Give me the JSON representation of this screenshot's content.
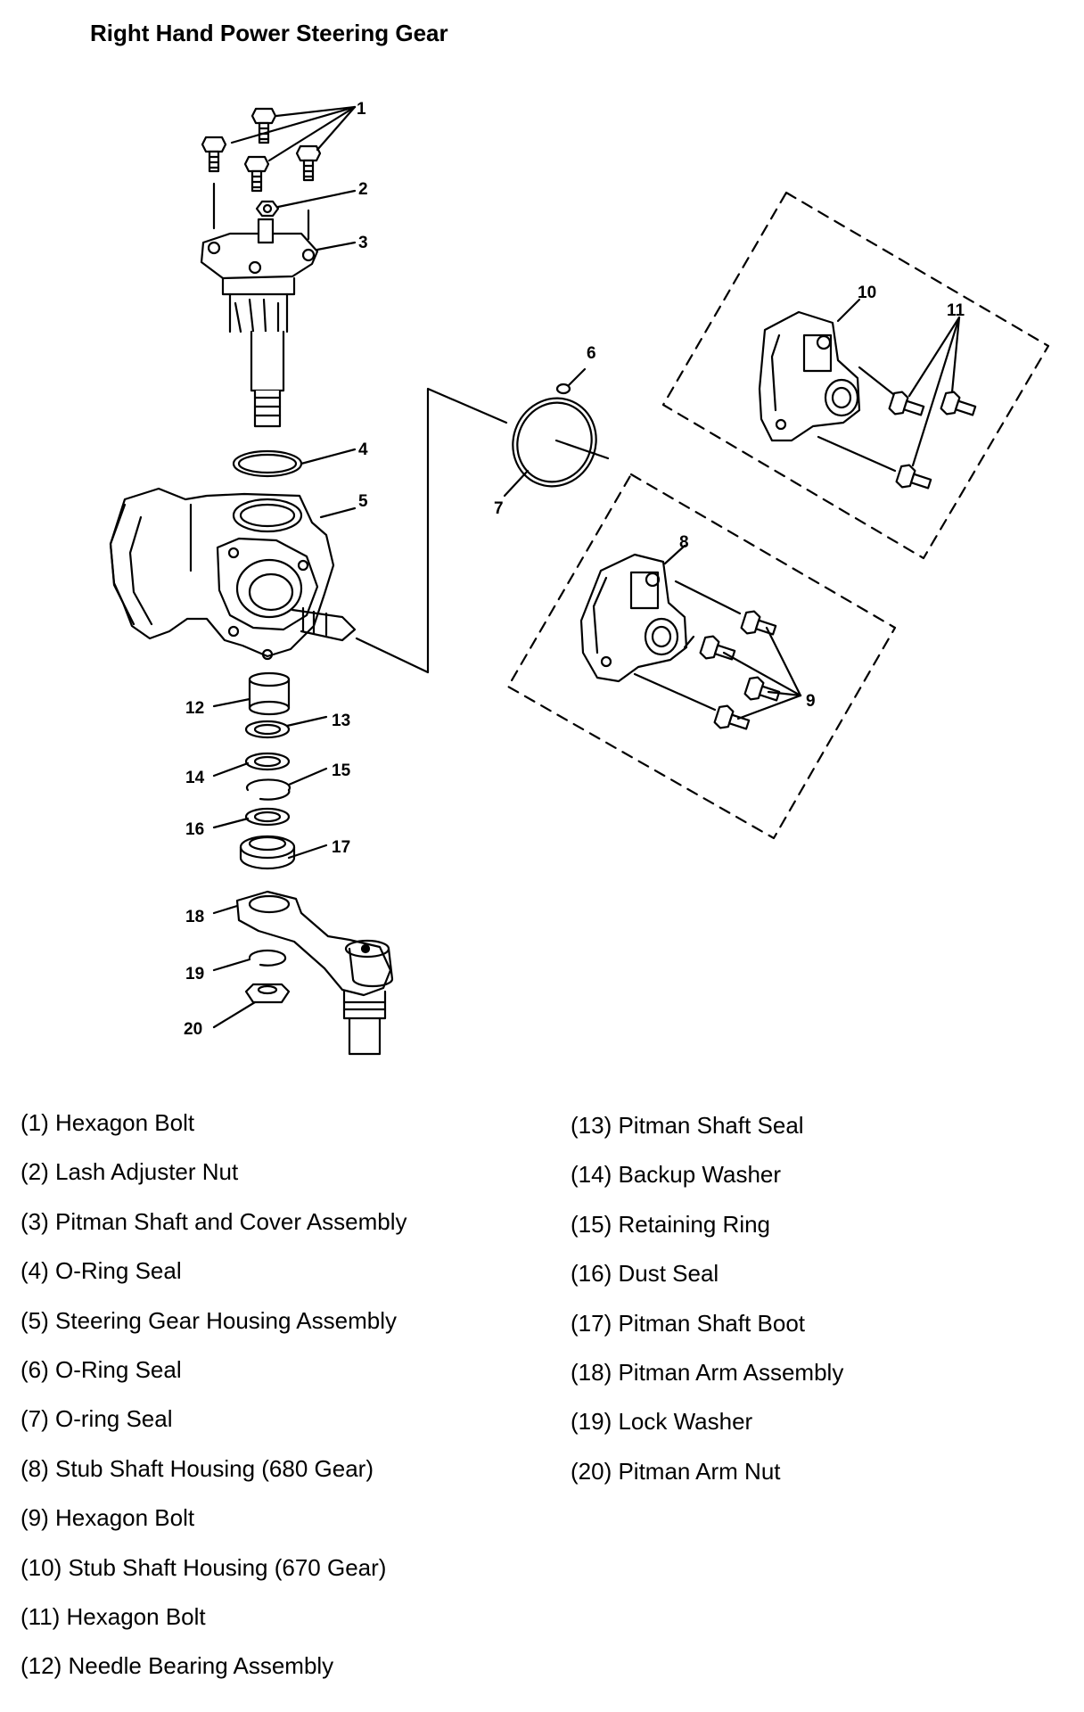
{
  "title": "Right Hand Power Steering Gear",
  "callouts": [
    "1",
    "2",
    "3",
    "4",
    "5",
    "6",
    "7",
    "8",
    "9",
    "10",
    "11",
    "12",
    "13",
    "14",
    "15",
    "16",
    "17",
    "18",
    "19",
    "20"
  ],
  "legend": {
    "left": [
      "(1) Hexagon Bolt",
      "(2) Lash Adjuster Nut",
      "(3) Pitman Shaft and Cover Assembly",
      "(4) O-Ring Seal",
      "(5) Steering Gear Housing Assembly",
      "(6) O-Ring Seal",
      "(7) O-ring Seal",
      "(8) Stub Shaft Housing (680 Gear)",
      "(9) Hexagon Bolt",
      "(10) Stub Shaft Housing (670 Gear)",
      "(11) Hexagon Bolt",
      "(12) Needle Bearing Assembly"
    ],
    "right": [
      "(13) Pitman Shaft Seal",
      "(14) Backup Washer",
      "(15) Retaining Ring",
      "(16) Dust Seal",
      "(17) Pitman Shaft Boot",
      "(18) Pitman Arm Assembly",
      "(19) Lock Washer",
      "(20) Pitman Arm Nut"
    ]
  }
}
